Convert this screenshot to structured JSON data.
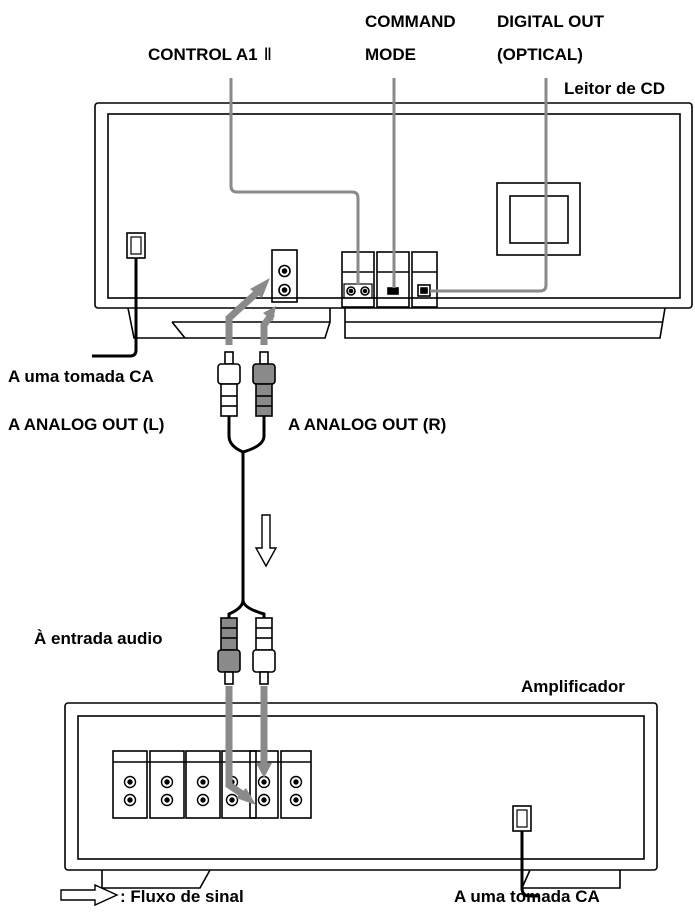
{
  "labels": {
    "control_a1": "CONTROL A1",
    "command": "COMMAND",
    "mode": "MODE",
    "digital_out": "DIGITAL OUT",
    "optical": "(OPTICAL)",
    "cd_player": "Leitor de CD",
    "ac_outlet_top": "A uma tomada CA",
    "analog_out_l": "A ANALOG OUT (L)",
    "analog_out_r": "A ANALOG OUT (R)",
    "audio_input": "À entrada audio",
    "amplifier": "Amplificador",
    "signal_flow": ": Fluxo de sinal",
    "ac_outlet_bottom": "A uma tomada CA"
  },
  "icons": {
    "roman_two": "II-symbol-icon",
    "signal_arrow": "hollow-arrow-icon"
  },
  "colors": {
    "line": "#000000",
    "cable_gray": "#8a8a8a",
    "panel_fill": "#ffffff"
  }
}
